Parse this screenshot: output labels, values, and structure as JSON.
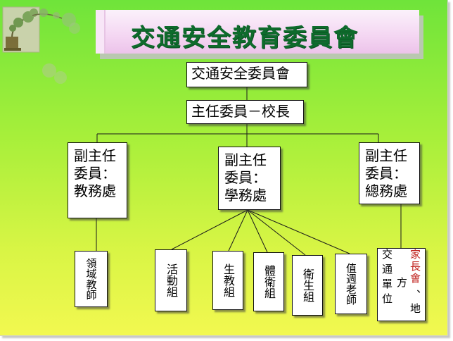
{
  "title": "交通安全教育委員會",
  "committee": "交通安全委員會",
  "chair": "主任委員－校長",
  "vice_chairs": [
    {
      "line1": "副主任",
      "line2": "委員：",
      "line3": "教務處"
    },
    {
      "line1": "副主任",
      "line2": "委員：",
      "line3": "學務處"
    },
    {
      "line1": "副主任",
      "line2": "委員：",
      "line3": "總務處"
    }
  ],
  "units": [
    {
      "text": "領域教師"
    },
    {
      "text": "活動組"
    },
    {
      "text": "生教組"
    },
    {
      "text": "體衛組"
    },
    {
      "text": "衛生組"
    },
    {
      "text": "值週老師"
    }
  ],
  "external": {
    "black_col1": "交通單位",
    "black_col2": "、地",
    "middle": "方",
    "red_col": "家長會"
  },
  "colors": {
    "title_text": "#0e6b2c",
    "accent_red": "#c0221e"
  }
}
